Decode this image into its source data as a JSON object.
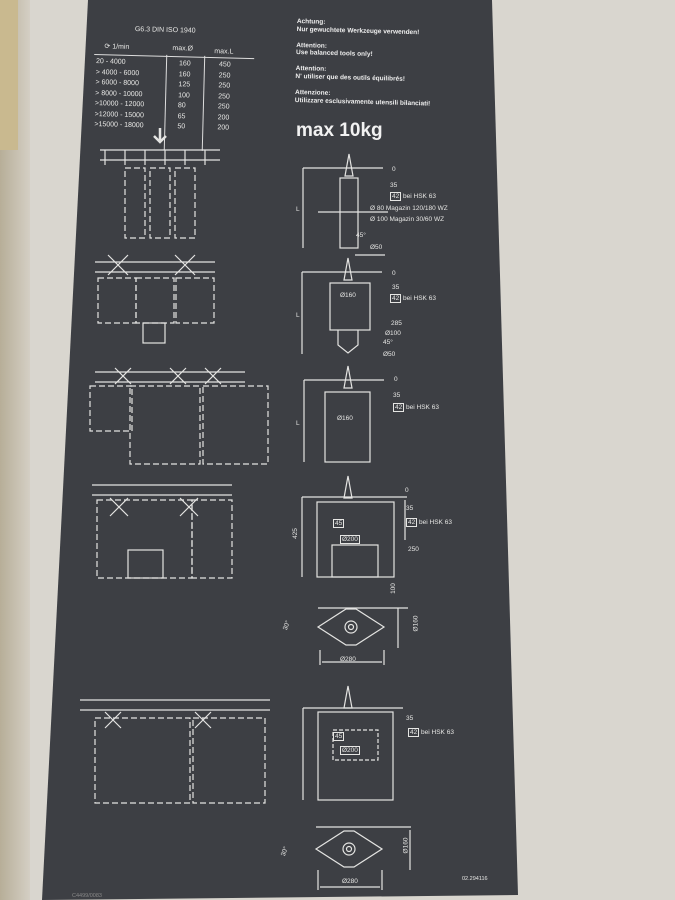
{
  "table": {
    "title": "G6.3 DIN ISO 1940",
    "headers": [
      "1/min",
      "max.Ø",
      "max.L"
    ],
    "rows": [
      [
        "20 - 4000",
        "160",
        "450"
      ],
      [
        "> 4000 - 6000",
        "160",
        "250"
      ],
      [
        "> 6000 - 8000",
        "125",
        "250"
      ],
      [
        "> 8000 - 10000",
        "100",
        "250"
      ],
      [
        ">10000 - 12000",
        "80",
        "250"
      ],
      [
        ">12000 - 15000",
        "65",
        "200"
      ],
      [
        ">15000 - 18000",
        "50",
        "200"
      ]
    ]
  },
  "warnings": [
    {
      "heading": "Achtung:",
      "text": "Nur gewuchtete Werkzeuge verwenden!"
    },
    {
      "heading": "Attention:",
      "text": "Use balanced tools only!"
    },
    {
      "heading": "Attention:",
      "text": "N' utiliser que des outils équilibrés!"
    },
    {
      "heading": "Attenzione:",
      "text": "Utilizzare esclusivamente utensili bilanciati!"
    }
  ],
  "max_weight": "max  10kg",
  "diagram1": {
    "zero": "0",
    "d35": "35",
    "box": "42",
    "hsk": "bei HSK 63",
    "mag1": "Ø 80 Magazin 120/180 WZ",
    "mag2": "Ø 100 Magazin  30/60 WZ",
    "angle": "45°",
    "d50": "Ø50",
    "L": "L"
  },
  "diagram2": {
    "zero": "0",
    "d35": "35",
    "box": "42",
    "hsk": "bei HSK 63",
    "d160": "Ø160",
    "d285": "285",
    "d100": "Ø100",
    "angle": "45°",
    "d50": "Ø50",
    "L": "L"
  },
  "diagram3": {
    "zero": "0",
    "d35": "35",
    "box": "42",
    "hsk": "bei HSK 63",
    "d160": "Ø160",
    "L": "L"
  },
  "diagram4": {
    "zero": "0",
    "d35": "35",
    "box": "42",
    "hsk": "bei HSK 63",
    "b45": "45",
    "d200": "Ø200",
    "d250": "250",
    "d425": "425"
  },
  "diagram5": {
    "d100": "100",
    "d160": "Ø160",
    "d280": "Ø280",
    "angle": "30°"
  },
  "diagram6": {
    "d35": "35",
    "box": "42",
    "hsk": "bei HSK 63",
    "b45": "45",
    "d200": "Ø200"
  },
  "diagram7": {
    "d160": "Ø160",
    "d280": "Ø280",
    "angle": "30°"
  },
  "footer": {
    "part_no": "02.294116",
    "left_code": "C4499/0083"
  },
  "colors": {
    "plate": "#3d3f44",
    "ink": "#e8e8e6",
    "wall": "#d9d6cf"
  }
}
